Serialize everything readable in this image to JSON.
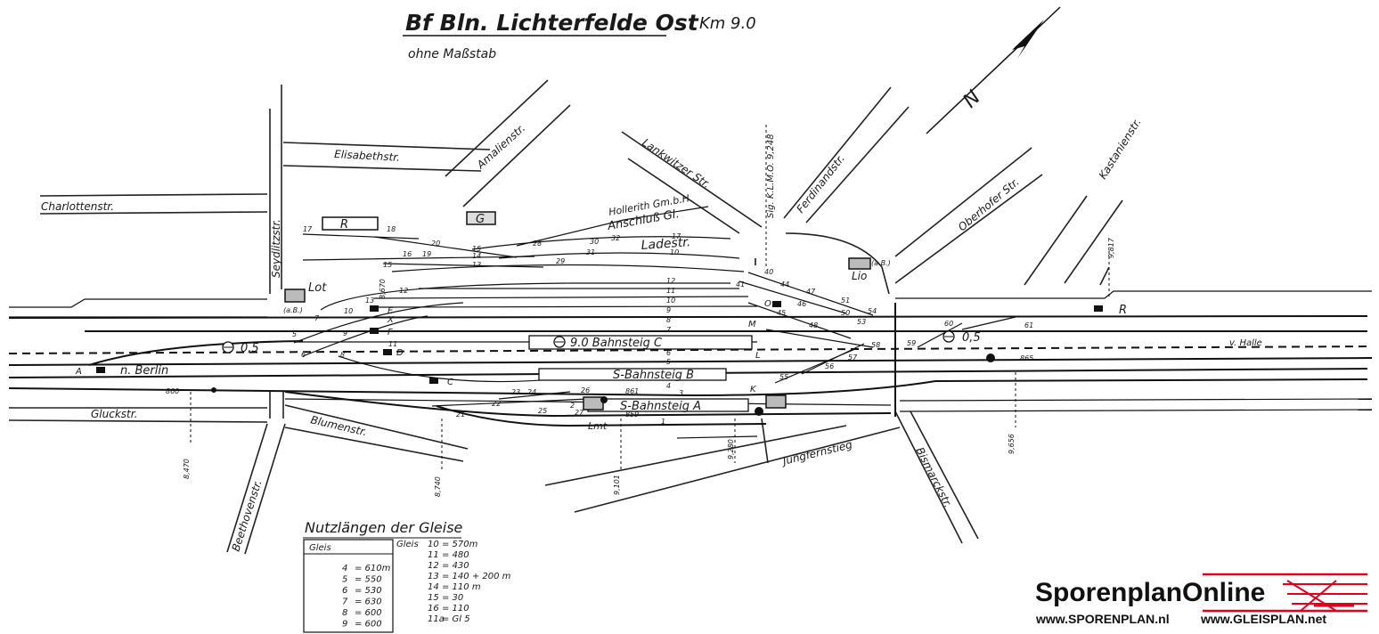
{
  "header": {
    "title": "Bf Bln. Lichterfelde Ost",
    "km": "Km 9.0",
    "scale_note": "ohne Maßstab",
    "north_label": "N"
  },
  "streets": [
    {
      "id": "charlottenstr",
      "label": "Charlottenstr."
    },
    {
      "id": "elisabethstr",
      "label": "Elisabethstr."
    },
    {
      "id": "amalienstr",
      "label": "Amalienstr."
    },
    {
      "id": "seydlitzstr",
      "label": "Seydlitzstr."
    },
    {
      "id": "lankwitzer",
      "label": "Lankwitzer Str."
    },
    {
      "id": "ferdinandstr",
      "label": "Ferdinandstr."
    },
    {
      "id": "oberhofer",
      "label": "Oberhofer Str."
    },
    {
      "id": "kastanienstr",
      "label": "Kastanienstr."
    },
    {
      "id": "gluckstr",
      "label": "Gluckstr."
    },
    {
      "id": "blumenstr",
      "label": "Blumenstr."
    },
    {
      "id": "beethovenstr",
      "label": "Beethovenstr."
    },
    {
      "id": "jungfernstieg",
      "label": "Jungfernstieg"
    },
    {
      "id": "bismarckstr",
      "label": "Bismarckstr."
    },
    {
      "id": "ladestr",
      "label": "Ladestr."
    }
  ],
  "labels": {
    "hollerith1": "Hollerith Gm.b.H.",
    "hollerith2": "Anschluß Gl.",
    "sig": "Sig. K.L.M.O. 9,248",
    "lot": "Lot",
    "lio": "Lio",
    "lmt": "Lmt",
    "ab_left": "(a.B.)",
    "ab_right": "(a.B.)",
    "n_berlin": "n. Berlin",
    "v_halle": "v. Halle",
    "km_left": "0,5",
    "km_right": "0,5",
    "bahnsteig_c": "9.0 Bahnsteig C",
    "bahnsteig_b": "S-Bahnsteig B",
    "bahnsteig_a": "S-Bahnsteig A",
    "R_top": "R",
    "G_top": "G",
    "R_right": "R",
    "sig_A": "A",
    "sig_C": "C",
    "sig_D": "D",
    "sig_E": "E",
    "sig_F": "F",
    "sig_X": "X",
    "sig_K": "K",
    "sig_L": "L",
    "sig_M": "M",
    "sig_O": "O",
    "n860": "860",
    "n861": "861",
    "n865": "865",
    "n859": "859",
    "km_8470": "8,470",
    "km_8670": "8,670",
    "km_8740": "8,740",
    "km_9101": "9,101",
    "km_9280": "9,280",
    "km_9656": "9,656",
    "km_9817": "9,817"
  },
  "track_numbers": [
    "17",
    "18",
    "20",
    "16",
    "19",
    "15",
    "14",
    "13",
    "28",
    "30",
    "32",
    "31",
    "29",
    "17",
    "15",
    "10",
    "12",
    "11",
    "10",
    "9",
    "8",
    "7",
    "6",
    "5",
    "4",
    "3",
    "2",
    "1",
    "40",
    "44",
    "47",
    "51",
    "54",
    "41",
    "46",
    "45",
    "48",
    "50",
    "53",
    "55",
    "56",
    "57",
    "58",
    "59",
    "60",
    "61",
    "5",
    "9",
    "6",
    "8",
    "21",
    "22",
    "23",
    "24",
    "25",
    "26",
    "27",
    "10",
    "13",
    "7",
    "11",
    "12"
  ],
  "table": {
    "title": "Nutzlängen der Gleise",
    "header_left": "Gleis",
    "header_right": "Gleis",
    "left_rows": [
      {
        "gleis": "4",
        "len": "= 610m"
      },
      {
        "gleis": "5",
        "len": "= 550"
      },
      {
        "gleis": "6",
        "len": "= 530"
      },
      {
        "gleis": "7",
        "len": "= 630"
      },
      {
        "gleis": "8",
        "len": "= 600"
      },
      {
        "gleis": "9",
        "len": "= 600"
      }
    ],
    "right_rows": [
      {
        "gleis": "10",
        "len": "= 570m"
      },
      {
        "gleis": "11",
        "len": "= 480"
      },
      {
        "gleis": "12",
        "len": "= 430"
      },
      {
        "gleis": "13",
        "len": "= 140 + 200 m"
      },
      {
        "gleis": "14",
        "len": "= 110 m"
      },
      {
        "gleis": "15",
        "len": "= 30"
      },
      {
        "gleis": "16",
        "len": "= 110"
      },
      {
        "gleis": "11a",
        "len": "= Gl 5"
      }
    ]
  },
  "branding": {
    "name": "SporenplanOnline",
    "url_left": "www.SPORENPLAN.nl",
    "url_right": "www.GLEISPLAN.net",
    "accent": "#e3001b"
  }
}
